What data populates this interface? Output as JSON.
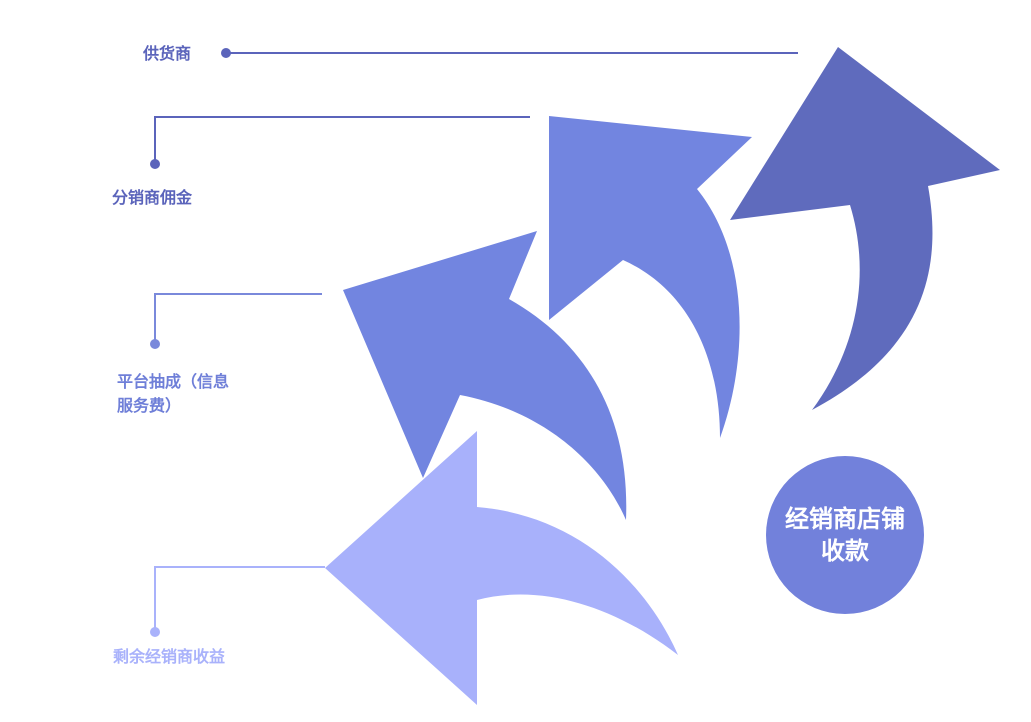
{
  "labels": {
    "supplier": "供货商",
    "distributor_commission": "分销商佣金",
    "platform_fee_line1": "平台抽成（信息",
    "platform_fee_line2": "服务费）",
    "remaining_income": "剩余经销商收益"
  },
  "center": {
    "line1": "经销商店铺",
    "line2": "收款"
  },
  "colors": {
    "arrow_dark": "#5f6bbd",
    "arrow_mid": "#7285e0",
    "arrow_light": "#a8b1fb",
    "connector_dark": "#5b64bb",
    "connector_mid": "#7a89db",
    "connector_light": "#a9b2fb",
    "center_circle": "#7281db"
  },
  "icons": [
    "curved-arrow-icon",
    "curved-arrow-icon",
    "curved-arrow-icon",
    "curved-arrow-icon"
  ]
}
